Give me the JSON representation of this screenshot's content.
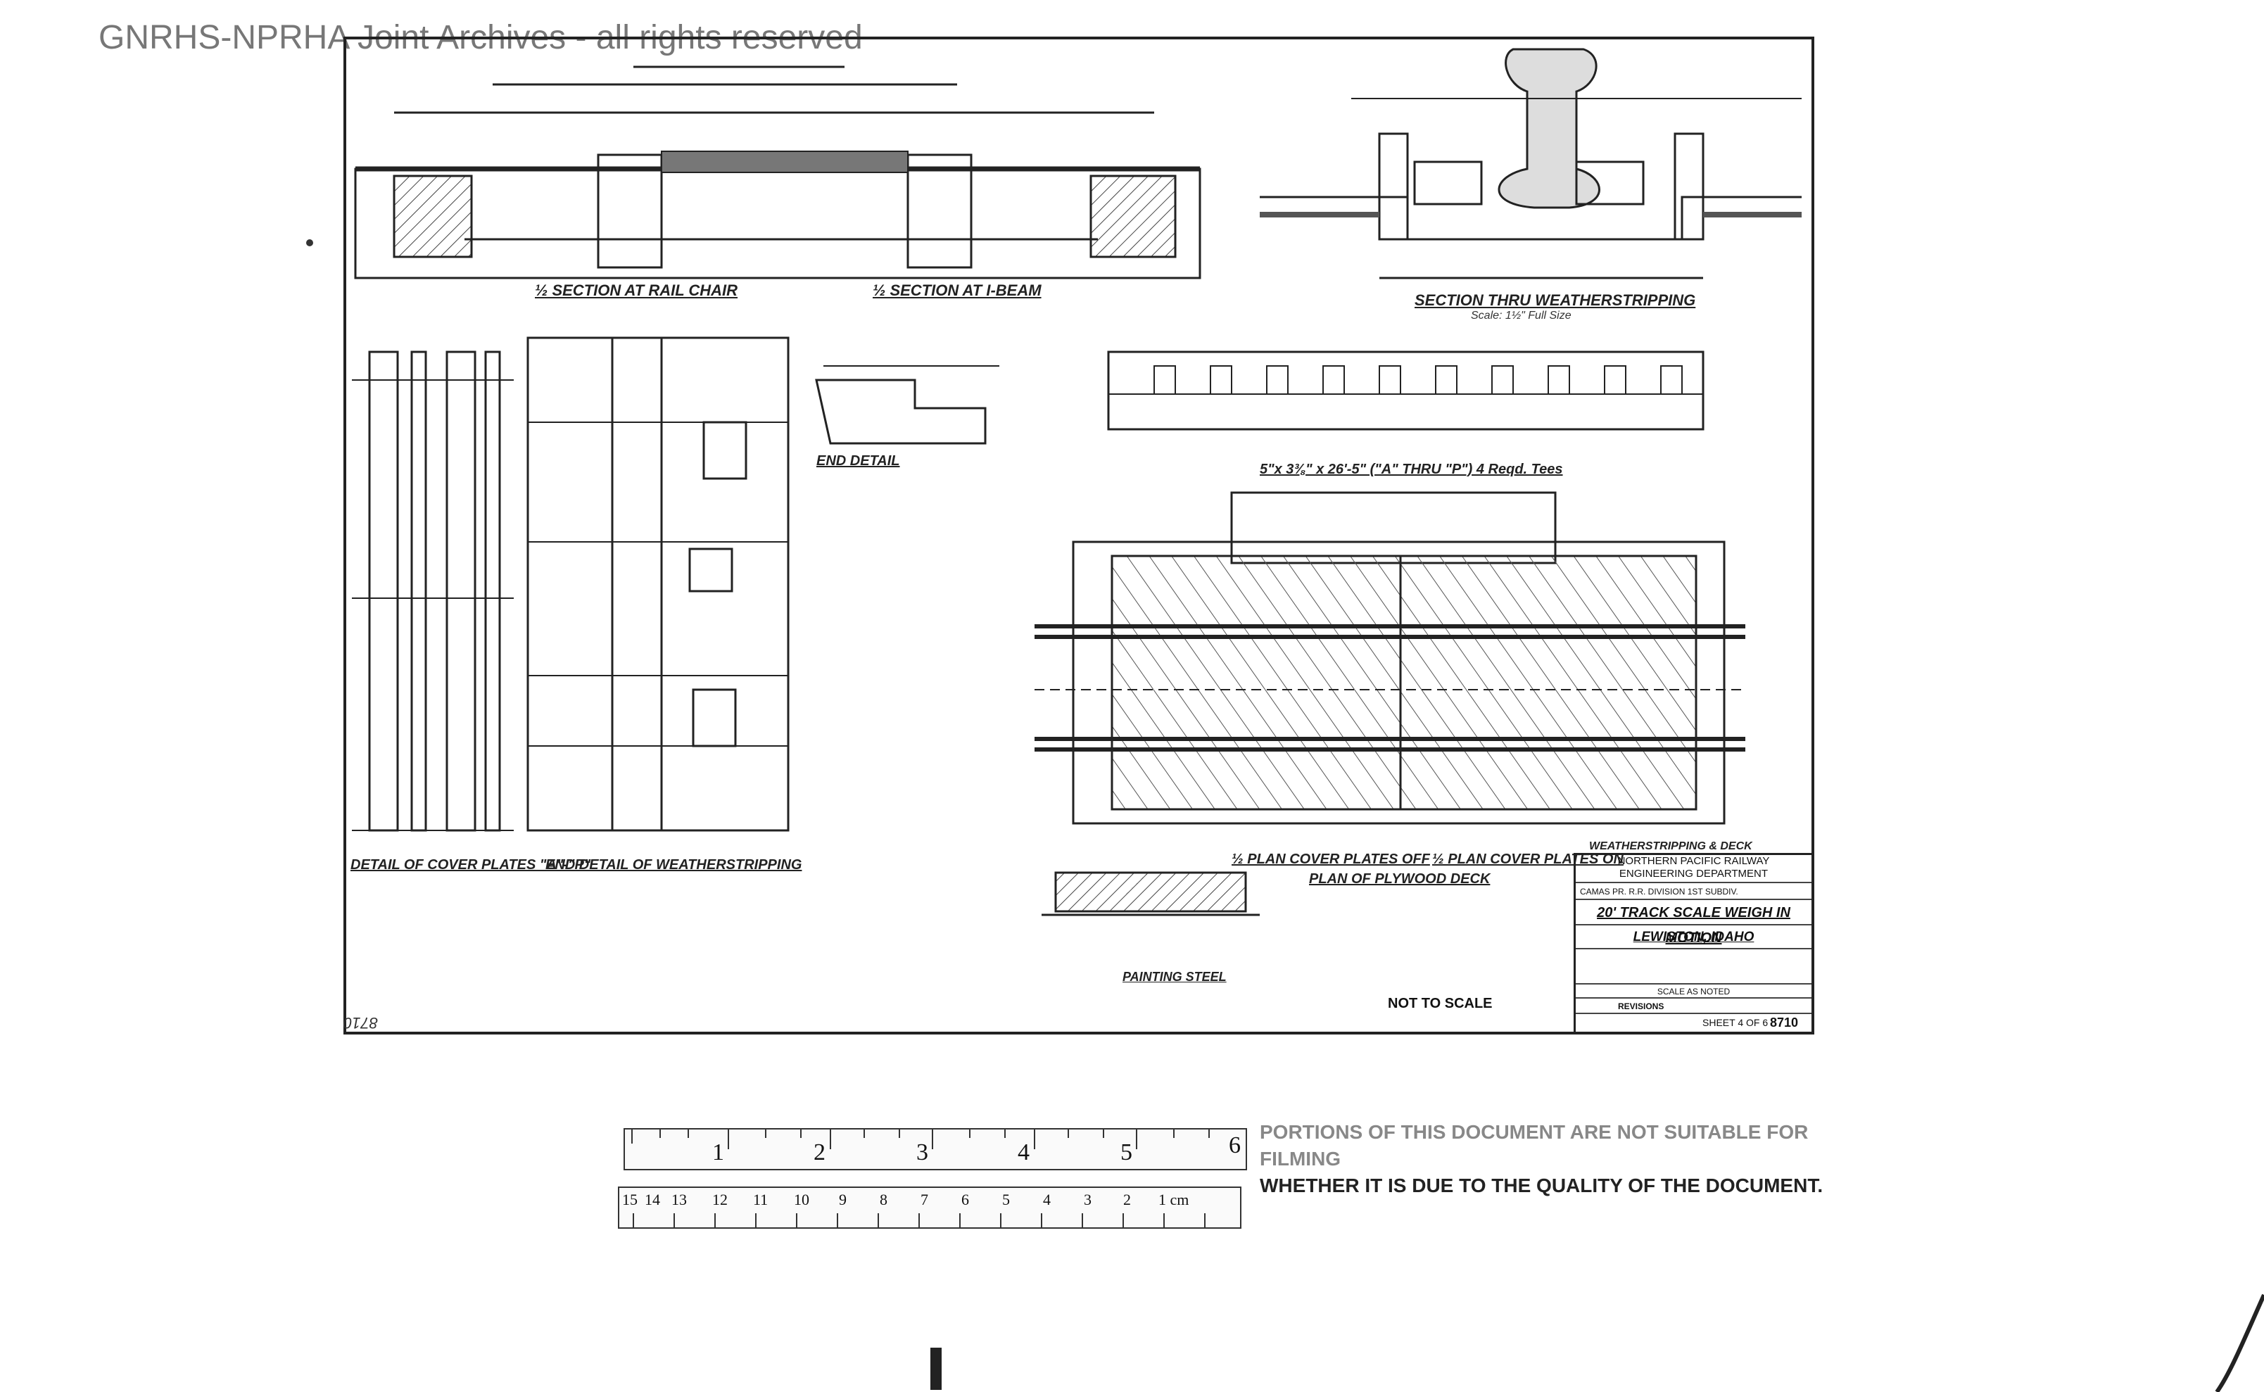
{
  "watermark": "GNRHS-NPRHA Joint Archives - all rights reserved",
  "drawing": {
    "labels": {
      "section_rail_chair": "½ SECTION AT RAIL CHAIR",
      "section_i_beam": "½ SECTION AT I-BEAM",
      "section_weatherstripping": "SECTION THRU WEATHERSTRIPPING",
      "section_weatherstripping_scale": "Scale: 1½\" Full Size",
      "end_detail": "END DETAIL",
      "detail_cover_plates": "DETAIL OF COVER PLATES \"A\"-\"P\"",
      "end_detail_weatherstripping": "END DETAIL OF WEATHERSTRIPPING",
      "half_plan_off": "½ PLAN COVER PLATES OFF",
      "half_plan_on": "½ PLAN COVER PLATES ON",
      "plan_plywood_deck": "PLAN OF PLYWOOD DECK",
      "weatherstripping_deck": "WEATHERSTRIPPING & DECK",
      "tees": "5\"x 3⅜\" x 26'-5\" (\"A\" THRU \"P\") 4 Reqd. Tees",
      "painting_steel": "PAINTING STEEL",
      "not_to_scale": "NOT TO SCALE"
    },
    "title_block": {
      "company": "NORTHERN PACIFIC RAILWAY",
      "department": "ENGINEERING DEPARTMENT",
      "division": "CAMAS PR. R.R. DIVISION  1ST SUBDIV.",
      "title": "20' TRACK SCALE WEIGH IN MOTION",
      "location": "LEWISTON, IDAHO",
      "scale": "SCALE AS NOTED",
      "revisions": "REVISIONS",
      "sheet": "SHEET 4 OF 6",
      "file_no": "8710"
    },
    "margin_number": "8710"
  },
  "ruler": {
    "top_numbers": [
      "1",
      "2",
      "3",
      "4",
      "5",
      "6"
    ],
    "bottom_numbers": [
      "1 cm",
      "2",
      "3",
      "4",
      "5",
      "6",
      "7",
      "8",
      "9",
      "10",
      "11",
      "12",
      "13",
      "14",
      "15"
    ]
  },
  "quality_notice": {
    "line1": "PORTIONS OF THIS DOCUMENT ARE NOT SUITABLE FOR FILMING",
    "line2": "WHETHER IT IS DUE TO THE QUALITY OF THE DOCUMENT."
  }
}
